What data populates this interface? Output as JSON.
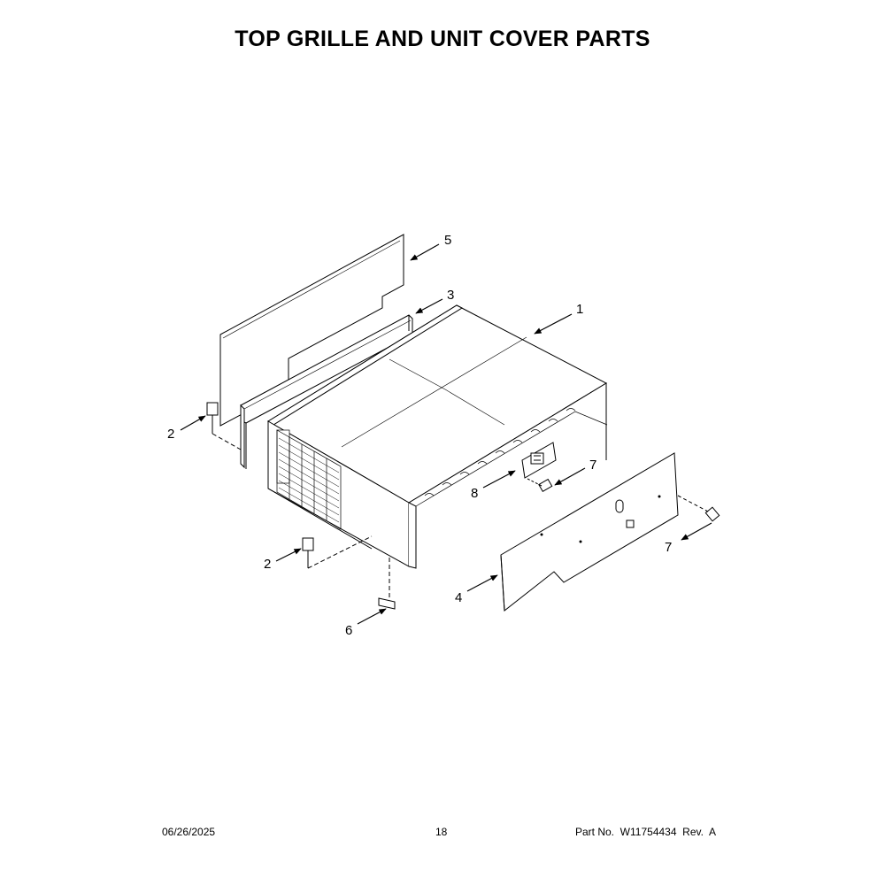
{
  "title": "TOP GRILLE AND UNIT COVER PARTS",
  "callouts": [
    {
      "id": "1",
      "label": "1"
    },
    {
      "id": "2a",
      "label": "2"
    },
    {
      "id": "2b",
      "label": "2"
    },
    {
      "id": "3",
      "label": "3"
    },
    {
      "id": "4",
      "label": "4"
    },
    {
      "id": "5",
      "label": "5"
    },
    {
      "id": "6",
      "label": "6"
    },
    {
      "id": "7a",
      "label": "7"
    },
    {
      "id": "7b",
      "label": "7"
    },
    {
      "id": "8",
      "label": "8"
    }
  ],
  "footer": {
    "date": "06/26/2025",
    "page": "18",
    "part": "Part No.  W11754434  Rev.  A"
  }
}
